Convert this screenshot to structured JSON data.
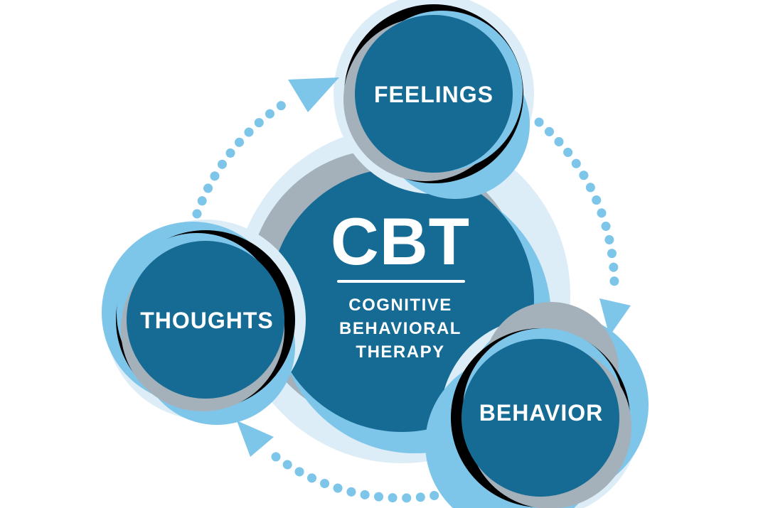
{
  "diagram": {
    "center": {
      "title": "CBT",
      "subtitle_lines": [
        "COGNITIVE",
        "BEHAVIORAL",
        "THERAPY"
      ]
    },
    "nodes": [
      {
        "id": "feelings",
        "label": "FEELINGS"
      },
      {
        "id": "thoughts",
        "label": "THOUGHTS"
      },
      {
        "id": "behavior",
        "label": "BEHAVIOR"
      }
    ],
    "arrows": [
      {
        "from": "thoughts",
        "to": "feelings"
      },
      {
        "from": "feelings",
        "to": "behavior"
      },
      {
        "from": "behavior",
        "to": "thoughts"
      }
    ],
    "flow_direction": "clockwise"
  },
  "colors": {
    "teal": "#166B94",
    "gray": "#A5B1BA",
    "lightblue": "#7EC5EA",
    "paleblue": "#DCEDF7",
    "text": "#FFFFFF",
    "background": "#FFFFFF"
  }
}
